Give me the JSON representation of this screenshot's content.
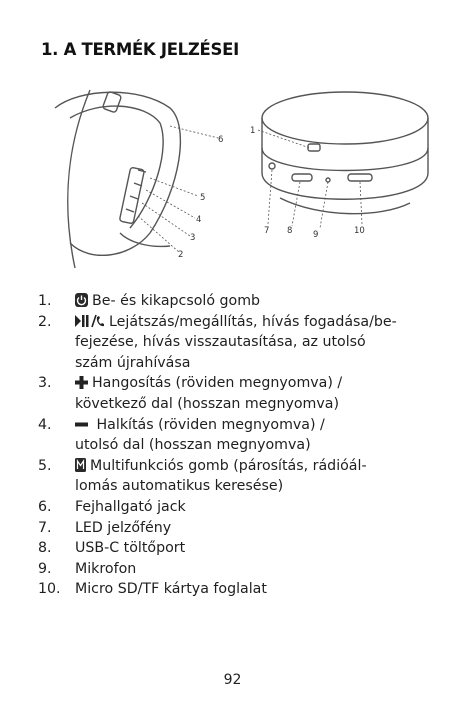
{
  "heading": "1. A TERMÉK JELZÉSEI",
  "figure": {
    "callouts_left": [
      "6",
      "5",
      "4",
      "3",
      "2"
    ],
    "callouts_right": [
      "1",
      "7",
      "8",
      "9",
      "10"
    ]
  },
  "items": [
    {
      "num": "1.",
      "icon": "power-icon",
      "lines": [
        "Be- és kikapcsoló gomb"
      ]
    },
    {
      "num": "2.",
      "icon": "play-pause-phone-icon",
      "lines": [
        "Lejátszás/megállítás, hívás fogadása/be-",
        "fejezése, hívás visszautasítása, az utolsó",
        "szám újrahívása"
      ]
    },
    {
      "num": "3.",
      "icon": "plus-icon",
      "lines": [
        "Hangosítás (röviden megnyomva) /",
        "következő dal (hosszan megnyomva)"
      ]
    },
    {
      "num": "4.",
      "icon": "minus-icon",
      "lines": [
        " Halkítás (röviden megnyomva) /",
        "utolsó dal (hosszan megnyomva)"
      ]
    },
    {
      "num": "5.",
      "icon": "m-button-icon",
      "lines": [
        "Multifunkciós gomb (párosítás, rádióál-",
        "lomás automatikus keresése)"
      ]
    },
    {
      "num": "6.",
      "icon": "",
      "lines": [
        "Fejhallgató jack"
      ]
    },
    {
      "num": "7.",
      "icon": "",
      "lines": [
        "LED jelzőfény"
      ]
    },
    {
      "num": "8.",
      "icon": "",
      "lines": [
        "USB-C töltőport"
      ]
    },
    {
      "num": "9.",
      "icon": "",
      "lines": [
        "Mikrofon"
      ]
    },
    {
      "num": "10.",
      "icon": "",
      "lines": [
        "Micro SD/TF kártya foglalat"
      ]
    }
  ],
  "page_number": "92"
}
